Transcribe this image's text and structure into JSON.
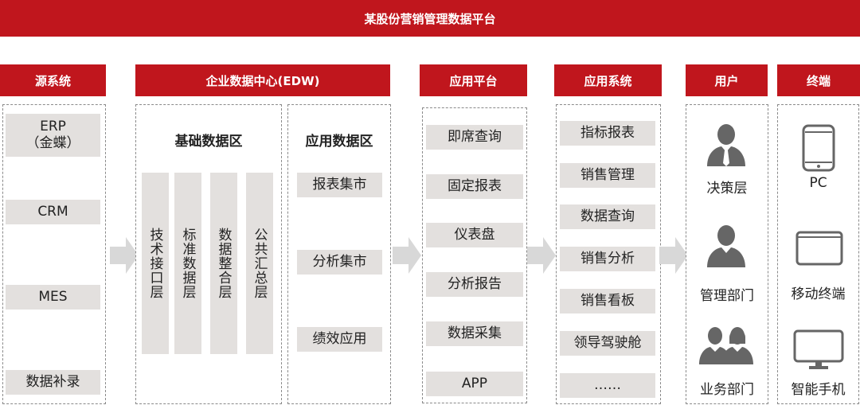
{
  "banner": {
    "title": "某股份营销管理数据平台"
  },
  "source": {
    "header": "源系统",
    "items": [
      "ERP\n（金蝶）",
      "CRM",
      "MES",
      "数据补录"
    ]
  },
  "edw": {
    "header": "企业数据中心(EDW)",
    "base": {
      "title": "基础数据区",
      "layers": [
        "技术接口层",
        "标准数据层",
        "数据整合层",
        "公共汇总层"
      ]
    },
    "app": {
      "title": "应用数据区",
      "items": [
        "报表集市",
        "分析集市",
        "绩效应用"
      ]
    }
  },
  "platform": {
    "header": "应用平台",
    "items": [
      "即席查询",
      "固定报表",
      "仪表盘",
      "分析报告",
      "数据采集",
      "APP"
    ]
  },
  "appsys": {
    "header": "应用系统",
    "items": [
      "指标报表",
      "销售管理",
      "数据查询",
      "销售分析",
      "销售看板",
      "领导驾驶舱",
      "……"
    ]
  },
  "users": {
    "header": "用户",
    "items": [
      {
        "label": "决策层",
        "icon": "executive-icon"
      },
      {
        "label": "管理部门",
        "icon": "manager-icon"
      },
      {
        "label": "业务部门",
        "icon": "team-icon"
      }
    ]
  },
  "terminals": {
    "header": "终端",
    "items": [
      {
        "label": "PC",
        "icon": "tablet-icon"
      },
      {
        "label": "移动终端",
        "icon": "laptop-icon"
      },
      {
        "label": "智能手机",
        "icon": "monitor-icon"
      }
    ]
  },
  "colors": {
    "accent": "#c0161d",
    "box": "#e3e0de",
    "arrow": "#d8d8d8",
    "icon": "#666666"
  }
}
